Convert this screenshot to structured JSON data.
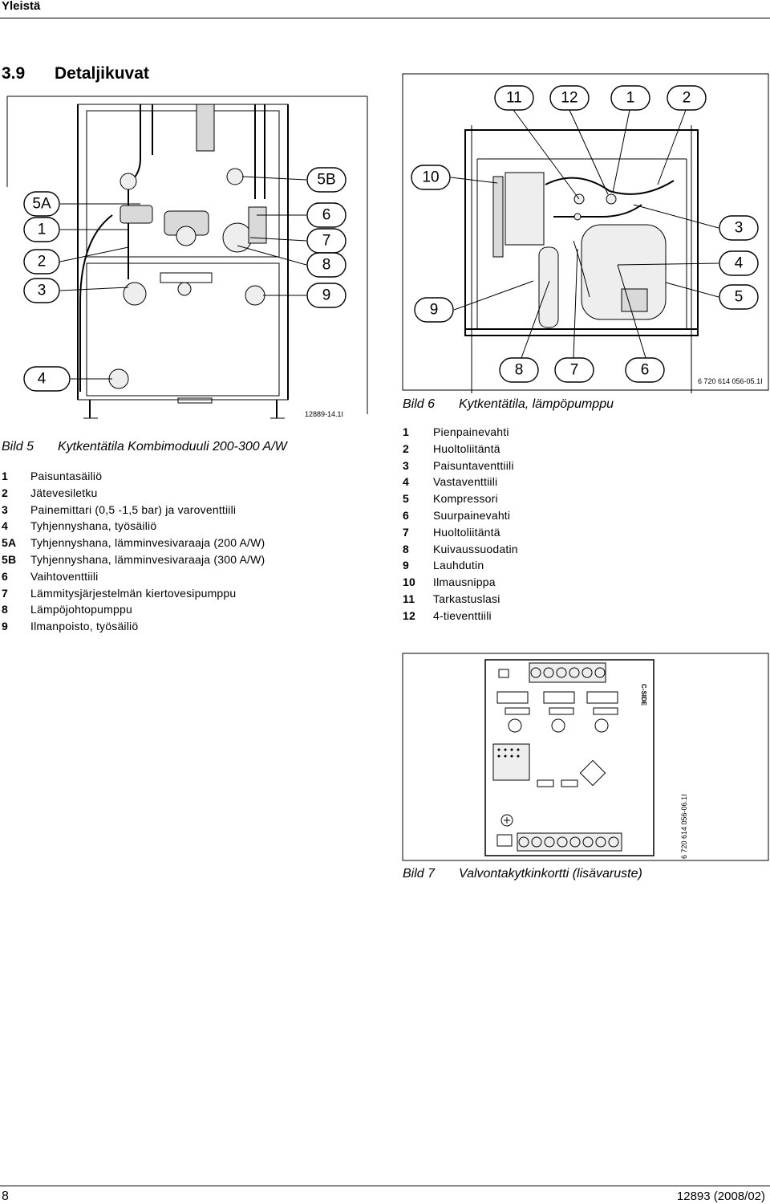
{
  "header": {
    "title": "Yleistä"
  },
  "section": {
    "number": "3.9",
    "title": "Detaljikuvat"
  },
  "figure5": {
    "id": "12889-14.1I",
    "caption_label": "Bild 5",
    "caption_text": "Kytkentätila Kombimoduuli 200-300 A/W",
    "callouts": [
      "5A",
      "1",
      "2",
      "3",
      "4",
      "5B",
      "6",
      "7",
      "8",
      "9"
    ],
    "legend": [
      {
        "key": "1",
        "text": "Paisuntasäiliö"
      },
      {
        "key": "2",
        "text": "Jätevesiletku"
      },
      {
        "key": "3",
        "text": "Painemittari (0,5 -1,5 bar) ja varoventtiili"
      },
      {
        "key": "4",
        "text": "Tyhjennyshana, työsäiliö"
      },
      {
        "key": "5A",
        "text": "Tyhjennyshana, lämminvesivaraaja (200 A/W)"
      },
      {
        "key": "5B",
        "text": "Tyhjennyshana, lämminvesivaraaja (300 A/W)"
      },
      {
        "key": "6",
        "text": "Vaihtoventtiili"
      },
      {
        "key": "7",
        "text": "Lämmitysjärjestelmän kiertovesipumppu"
      },
      {
        "key": "8",
        "text": "Lämpöjohtopumppu"
      },
      {
        "key": "9",
        "text": "Ilmanpoisto, työsäiliö"
      }
    ]
  },
  "figure6": {
    "id": "6 720 614 056-05.1I",
    "caption_label": "Bild 6",
    "caption_text": "Kytkentätila, lämpöpumppu",
    "callouts": [
      "11",
      "12",
      "1",
      "2",
      "10",
      "3",
      "4",
      "5",
      "9",
      "8",
      "7",
      "6"
    ],
    "legend": [
      {
        "key": "1",
        "text": "Pienpainevahti"
      },
      {
        "key": "2",
        "text": "Huoltoliitäntä"
      },
      {
        "key": "3",
        "text": "Paisuntaventtiili"
      },
      {
        "key": "4",
        "text": "Vastaventtiili"
      },
      {
        "key": "5",
        "text": "Kompressori"
      },
      {
        "key": "6",
        "text": "Suurpainevahti"
      },
      {
        "key": "7",
        "text": "Huoltoliitäntä"
      },
      {
        "key": "8",
        "text": "Kuivaussuodatin"
      },
      {
        "key": "9",
        "text": "Lauhdutin"
      },
      {
        "key": "10",
        "text": "Ilmausnippa"
      },
      {
        "key": "11",
        "text": "Tarkastuslasi"
      },
      {
        "key": "12",
        "text": "4-tieventtiili"
      }
    ]
  },
  "figure7": {
    "id": "6 720 614 056-06.1I",
    "board_label": "C-SIDE",
    "caption_label": "Bild 7",
    "caption_text": "Valvontakytkinkortti (lisävaruste)"
  },
  "footer": {
    "page_number": "8",
    "doc_code": "12893 (2008/02)"
  }
}
